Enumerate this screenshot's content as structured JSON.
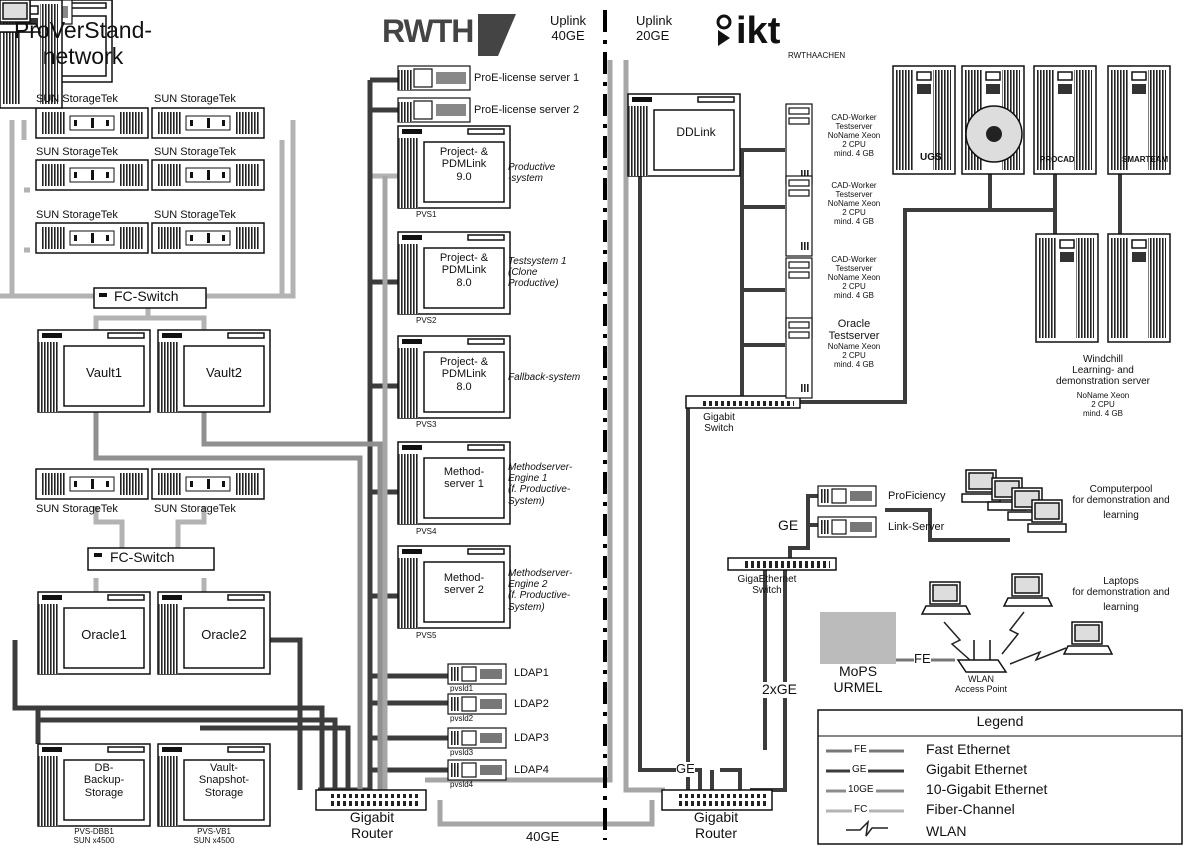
{
  "title": [
    "ProVerStand-",
    "network"
  ],
  "logos": {
    "rwth": "RWTH",
    "ikt": "ikt",
    "ikt_sub": "RWTHAACHEN"
  },
  "uplink_left": [
    "Uplink",
    "40GE"
  ],
  "uplink_right": [
    "Uplink",
    "20GE"
  ],
  "storagetek_label": "SUN StorageTek",
  "fc_switch_label": "FC-Switch",
  "vault1": "Vault1",
  "vault2": "Vault2",
  "oracle1": "Oracle1",
  "oracle2": "Oracle2",
  "db_backup": [
    "DB-",
    "Backup-",
    "Storage"
  ],
  "db_backup_caption": [
    "PVS-DBB1",
    "SUN x4500"
  ],
  "vault_snapshot": [
    "Vault-",
    "Snapshot-",
    "Storage"
  ],
  "vault_snapshot_caption": [
    "PVS-VB1",
    "SUN x4500"
  ],
  "license1": "ProE-license server 1",
  "license2": "ProE-license server 2",
  "pvs1_box": [
    "Project- &",
    "PDMLink",
    "9.0"
  ],
  "pvs1_name": "PVS1",
  "pvs1_desc": [
    "Productive",
    "-system"
  ],
  "pvs2_box": [
    "Project- &",
    "PDMLink",
    "8.0"
  ],
  "pvs2_name": "PVS2",
  "pvs2_desc": [
    "Testsystem 1",
    "(Clone",
    "Productive)"
  ],
  "pvs3_box": [
    "Project- &",
    "PDMLink",
    "8.0"
  ],
  "pvs3_name": "PVS3",
  "pvs3_desc": [
    "Fallback-system"
  ],
  "pvs4_box": [
    "Method-",
    "server 1"
  ],
  "pvs4_name": "PVS4",
  "pvs4_desc": [
    "Methodserver-",
    "Engine 1",
    "(f. Productive-",
    "System)"
  ],
  "pvs5_box": [
    "Method-",
    "server 2"
  ],
  "pvs5_name": "PVS5",
  "pvs5_desc": [
    "Methodserver-",
    "Engine 2",
    "(f. Productive-",
    "System)"
  ],
  "ldap": [
    {
      "label": "LDAP1",
      "host": "pvsld1"
    },
    {
      "label": "LDAP2",
      "host": "pvsld2"
    },
    {
      "label": "LDAP3",
      "host": "pvsld3"
    },
    {
      "label": "LDAP4",
      "host": "pvsld4"
    }
  ],
  "gigabit_router": [
    "Gigabit",
    "Router"
  ],
  "link_40ge": "40GE",
  "ddlink": "DDLink",
  "cad_worker": [
    "CAD-Worker",
    "Testserver",
    "NoName Xeon",
    "2 CPU",
    "mind. 4 GB"
  ],
  "oracle_test_title": [
    "Oracle",
    "Testserver"
  ],
  "oracle_test_specs": [
    "NoName Xeon",
    "2 CPU",
    "mind. 4 GB"
  ],
  "gigabit_switch": [
    "Gigabit",
    "Switch"
  ],
  "brands": [
    "UGS",
    "PROCAD",
    "SMARTEAM"
  ],
  "windchill": [
    "Windchill",
    "Learning- and",
    "demonstration server"
  ],
  "windchill_specs": [
    "NoName Xeon",
    "2 CPU",
    "mind. 4 GB"
  ],
  "proficiency": "ProFiciency",
  "link_server": "Link-Server",
  "ge_label": "GE",
  "computerpool": [
    "Computerpool",
    "for demonstration and",
    "learning"
  ],
  "gigaethernet_switch": [
    "GigaEthernet",
    "Switch"
  ],
  "laptops": [
    "Laptops",
    "for demonstration and",
    "learning"
  ],
  "mops": [
    "MoPS",
    "URMEL"
  ],
  "fe_label": "FE",
  "wlan_ap": [
    "WLAN",
    "Access Point"
  ],
  "link_2xge": "2xGE",
  "legend": {
    "title": "Legend",
    "items": [
      {
        "tag": "FE",
        "label": "Fast Ethernet"
      },
      {
        "tag": "GE",
        "label": "Gigabit Ethernet"
      },
      {
        "tag": "10GE",
        "label": "10-Gigabit Ethernet"
      },
      {
        "tag": "FC",
        "label": "Fiber-Channel"
      },
      {
        "tag": "",
        "label": "WLAN"
      }
    ]
  },
  "colors": {
    "fiber_channel": "#b3b3b3",
    "gigabit": "#555555",
    "ten_gigabit": "#8c8c8c",
    "fast_ethernet": "#777777",
    "rack_dark": "#3a3a3a"
  }
}
